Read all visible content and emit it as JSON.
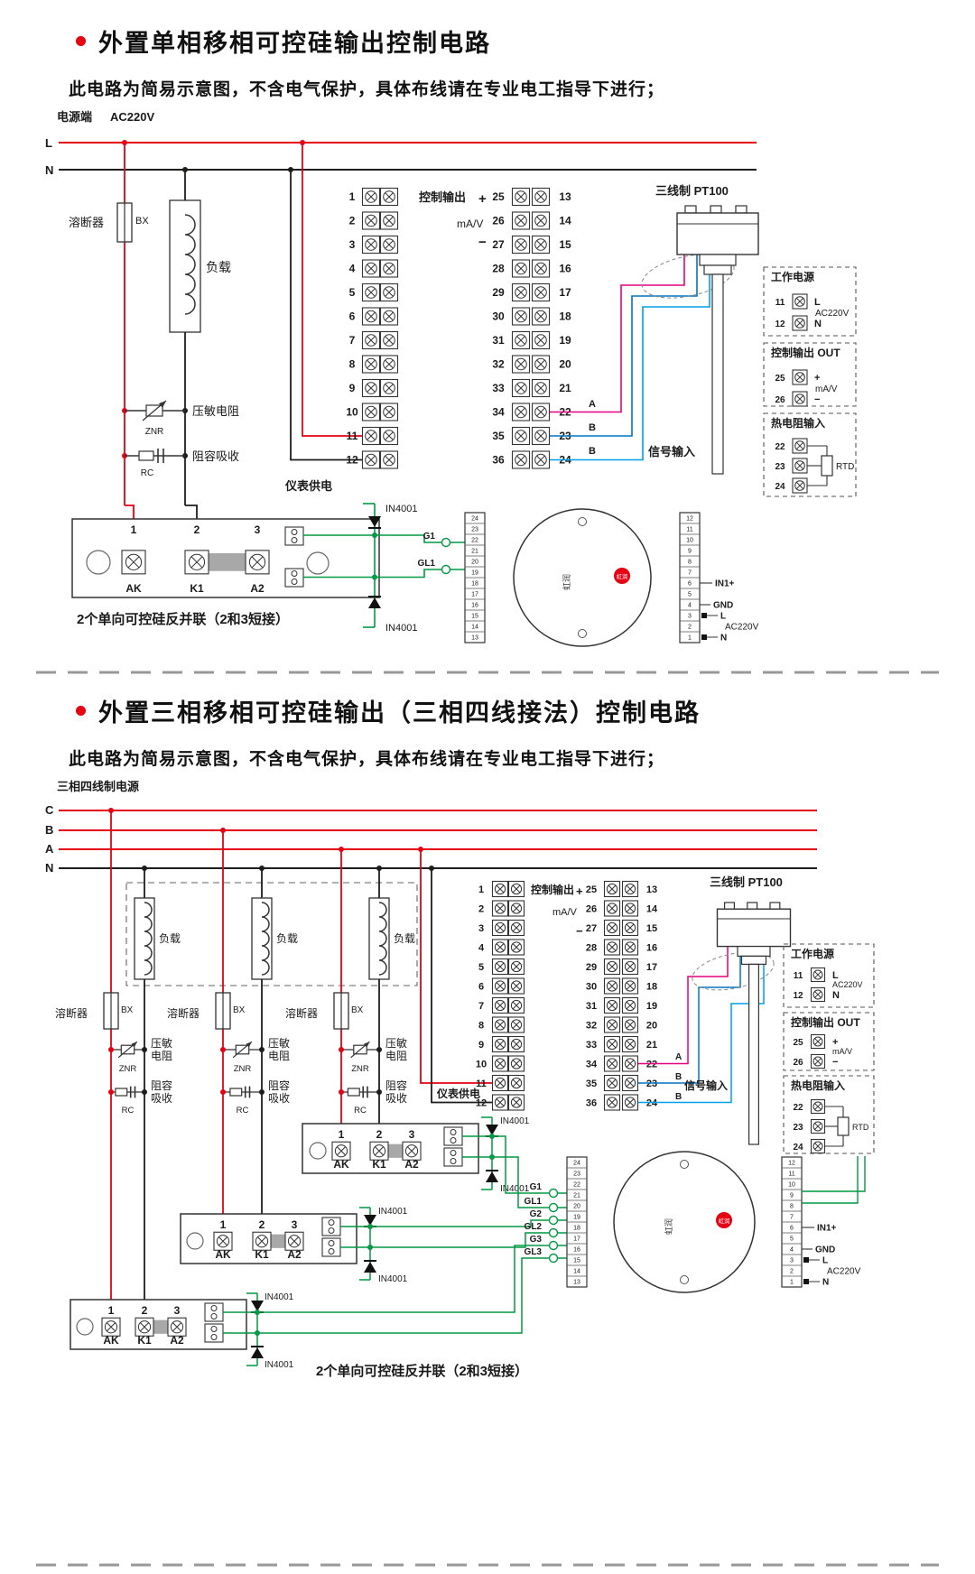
{
  "colors": {
    "red": "#e60012",
    "black": "#1d1d1b",
    "green": "#009944",
    "blue": "#0075c2",
    "cyan": "#00a0e9",
    "pink": "#e4007f"
  },
  "shared": {
    "diode_label": "IN4001",
    "pt100_label": "三线制 PT100",
    "signal_input": "信号输入",
    "meter_supply": "仪表供电",
    "control_output": "控制输出",
    "plus": "+",
    "minus": "−",
    "unit": "mA/V",
    "wire_a": "A",
    "wire_b": "B",
    "fuse_label": "溶断器",
    "fuse_code": "BX",
    "load_label": "负载",
    "varistor_label": "压敏电阻",
    "varistor_code": "ZNR",
    "rc_label": "阻容吸收",
    "rc_code": "RC",
    "scr_caption": "2个单向可控硅反并联（2和3短接）",
    "scr_terminals": [
      "1",
      "2",
      "3"
    ],
    "scr_labels": [
      "AK",
      "K1",
      "A2"
    ],
    "terminals_left": [
      "1",
      "2",
      "3",
      "4",
      "5",
      "6",
      "7",
      "8",
      "9",
      "10",
      "11",
      "12"
    ],
    "terminals_mid_left": [
      "25",
      "26",
      "27",
      "28",
      "29",
      "30",
      "31",
      "32",
      "33",
      "34",
      "35",
      "36"
    ],
    "terminals_mid_right": [
      "13",
      "14",
      "15",
      "16",
      "17",
      "18",
      "19",
      "20",
      "21",
      "22",
      "23",
      "24"
    ],
    "meter": {
      "left_strip": [
        "24",
        "23",
        "22",
        "21",
        "20",
        "19",
        "18",
        "17",
        "16",
        "15",
        "14",
        "13"
      ],
      "right_strip": [
        "12",
        "11",
        "10",
        "9",
        "8",
        "7",
        "6",
        "5",
        "4",
        "3",
        "2",
        "1"
      ],
      "in1": "IN1+",
      "gnd": "GND",
      "l": "L",
      "ac": "AC220V",
      "n": "N",
      "brand": "虹润"
    },
    "panels": {
      "work_power": {
        "title": "工作电源",
        "rows": [
          {
            "n": "11",
            "lab": "L"
          },
          {
            "n": "12",
            "lab": "N"
          }
        ],
        "ac": "AC220V"
      },
      "ctrl_out": {
        "title": "控制输出 OUT",
        "rows": [
          {
            "n": "25",
            "lab": "+"
          },
          {
            "n": "26",
            "lab": "−"
          }
        ],
        "unit": "mA/V"
      },
      "rtd_in": {
        "title": "热电阻输入",
        "nums": [
          "22",
          "23",
          "24"
        ],
        "code": "RTD"
      }
    }
  },
  "section1": {
    "title": "外置单相移相可控硅输出控制电路",
    "subtitle": "此电路为简易示意图，不含电气保护，具体布线请在专业电工指导下进行；",
    "power_label": "电源端",
    "power_voltage": "AC220V",
    "phase_labels": [
      "L",
      "N"
    ],
    "gates": [
      "G1",
      "GL1"
    ]
  },
  "section2": {
    "title": "外置三相移相可控硅输出（三相四线接法）控制电路",
    "subtitle": "此电路为简易示意图，不含电气保护，具体布线请在专业电工指导下进行；",
    "power_label": "三相四线制电源",
    "phase_labels": [
      "C",
      "B",
      "A",
      "N"
    ],
    "gates": [
      "G1",
      "GL1",
      "G2",
      "GL2",
      "G3",
      "GL3"
    ],
    "varistor_label_lines": [
      "压敏",
      "电阻"
    ],
    "rc_label_lines": [
      "阻容",
      "吸收"
    ]
  }
}
